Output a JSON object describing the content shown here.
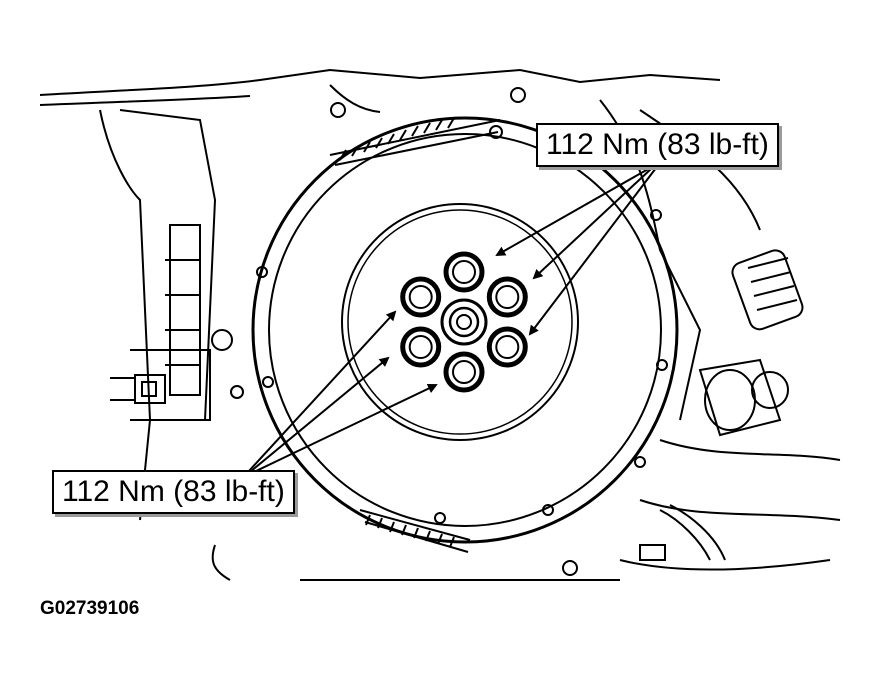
{
  "callouts": {
    "top": "112 Nm (83 lb-ft)",
    "bottom": "112 Nm (83 lb-ft)"
  },
  "figure_id": "G02739106",
  "parts": {
    "bolt_count": 6
  }
}
